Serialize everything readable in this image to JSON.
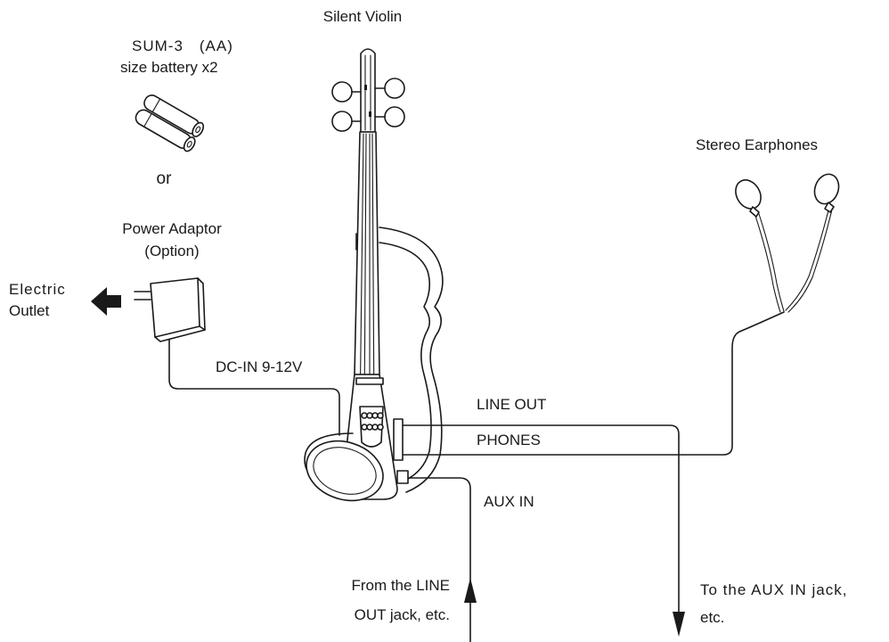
{
  "labels": {
    "violin": "Silent Violin",
    "battery_line1": "SUM-3　(AA)",
    "battery_line2": "size battery x2",
    "or": "or",
    "adaptor_line1": "Power Adaptor",
    "adaptor_line2": "(Option)",
    "outlet_line1": "Electric",
    "outlet_line2": "Outlet",
    "dc_in": "DC-IN 9-12V",
    "earphones": "Stereo Earphones",
    "line_out": "LINE OUT",
    "phones": "PHONES",
    "aux_in": "AUX IN",
    "from_line1": "From the LINE",
    "from_line2": "OUT jack, etc.",
    "to_line1": "To the AUX IN jack,",
    "to_line2": "etc."
  },
  "icons": {
    "violin": "silent-violin-icon",
    "battery": "aa-battery-icon",
    "adaptor": "power-adaptor-icon",
    "outlet_arrow": "left-arrow-icon",
    "earphones": "earphones-icon",
    "in_arrow": "up-arrow-icon",
    "out_arrow": "down-arrow-icon"
  },
  "colors": {
    "ink": "#1a1a1a",
    "background": "#ffffff"
  }
}
